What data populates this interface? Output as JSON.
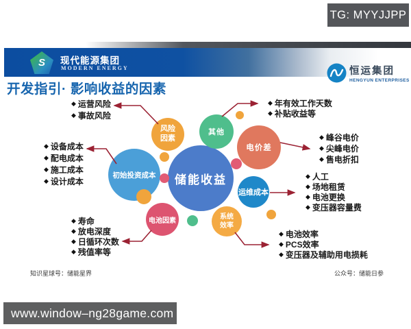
{
  "overlays": {
    "tg_badge": "TG: MYYJJPP",
    "url_bar": "www.window–ng28game.com"
  },
  "header": {
    "company": {
      "logo_letter": "S",
      "name_cn": "现代能源集团",
      "name_en": "MODERN ENERGY"
    },
    "partner": {
      "name_cn": "恒运集团",
      "name_en": "HENGYUN ENTERPRISES"
    },
    "page_title": "开发指引· 影响收益的因素"
  },
  "diagram": {
    "bullet_char": "◆",
    "arrow_color": "#9b2233",
    "center_bubble": {
      "label": "储能收益",
      "color": "#4c7cca"
    },
    "bubbles": {
      "risk": {
        "label": "风险因素",
        "color": "#f0a43c"
      },
      "other": {
        "label": "其他",
        "color": "#4fbe8c"
      },
      "price": {
        "label": "电价差",
        "color": "#e0785e"
      },
      "om": {
        "label": "运维成本",
        "color": "#1f88c9"
      },
      "initial": {
        "label": "初始投资成本",
        "color": "#4b9fd8"
      },
      "battery": {
        "label": "电池因素",
        "color": "#dd5470"
      },
      "efficiency": {
        "label": "系统效率",
        "color": "#f4aa44"
      }
    },
    "accents": {
      "orange": "#f0a43c",
      "pink": "#e25b74",
      "green": "#4fbe8c"
    },
    "lists": {
      "risk": [
        "运营风险",
        "事故风险"
      ],
      "initial": [
        "设备成本",
        "配电成本",
        "施工成本",
        "设计成本"
      ],
      "battery": [
        "寿命",
        "放电深度",
        "日循环次数",
        "残值率等"
      ],
      "other": [
        "年有效工作天数",
        "补贴收益等"
      ],
      "price": [
        "峰谷电价",
        "尖峰电价",
        "售电折扣"
      ],
      "om": [
        "人工",
        "场地租赁",
        "电池更换",
        "变压器容量费"
      ],
      "efficiency": [
        "电池效率",
        "PCS效率",
        "变压器及辅助用电损耗"
      ]
    }
  },
  "footer": {
    "left": "知识星球号：储能星界",
    "right": "公众号：储能日参"
  }
}
